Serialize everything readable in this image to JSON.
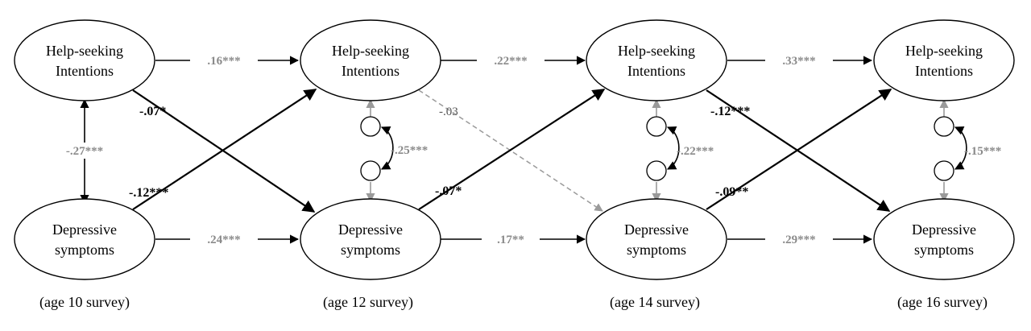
{
  "nodes": {
    "hs10": {
      "line1": "Help-seeking",
      "line2": "Intentions"
    },
    "dep10": {
      "line1": "Depressive",
      "line2": "symptoms"
    },
    "hs12": {
      "line1": "Help-seeking",
      "line2": "Intentions"
    },
    "dep12": {
      "line1": "Depressive",
      "line2": "symptoms"
    },
    "hs14": {
      "line1": "Help-seeking",
      "line2": "Intentions"
    },
    "dep14": {
      "line1": "Depressive",
      "line2": "symptoms"
    },
    "hs16": {
      "line1": "Help-seeking",
      "line2": "Intentions"
    },
    "dep16": {
      "line1": "Depressive",
      "line2": "symptoms"
    }
  },
  "waves": {
    "w10": "(age 10 survey)",
    "w12": "(age 12 survey)",
    "w14": "(age 14 survey)",
    "w16": "(age 16 survey)"
  },
  "coefficients": {
    "hs_stab_10_12": ".16***",
    "hs_stab_12_14": ".22***",
    "hs_stab_14_16": ".33***",
    "dep_stab_10_12": ".24***",
    "dep_stab_12_14": ".17**",
    "dep_stab_14_16": ".29***",
    "corr_10": "-.27***",
    "resid_corr_12": "-.25***",
    "resid_corr_14": "-.22***",
    "resid_corr_16": "-.15***",
    "hs10_dep12": "-.07*",
    "dep10_hs12": "-.12***",
    "hs12_dep14": "-.03",
    "dep12_hs14": "-.07*",
    "hs14_dep16": "-.12***",
    "dep14_hs16": "-.09**"
  }
}
